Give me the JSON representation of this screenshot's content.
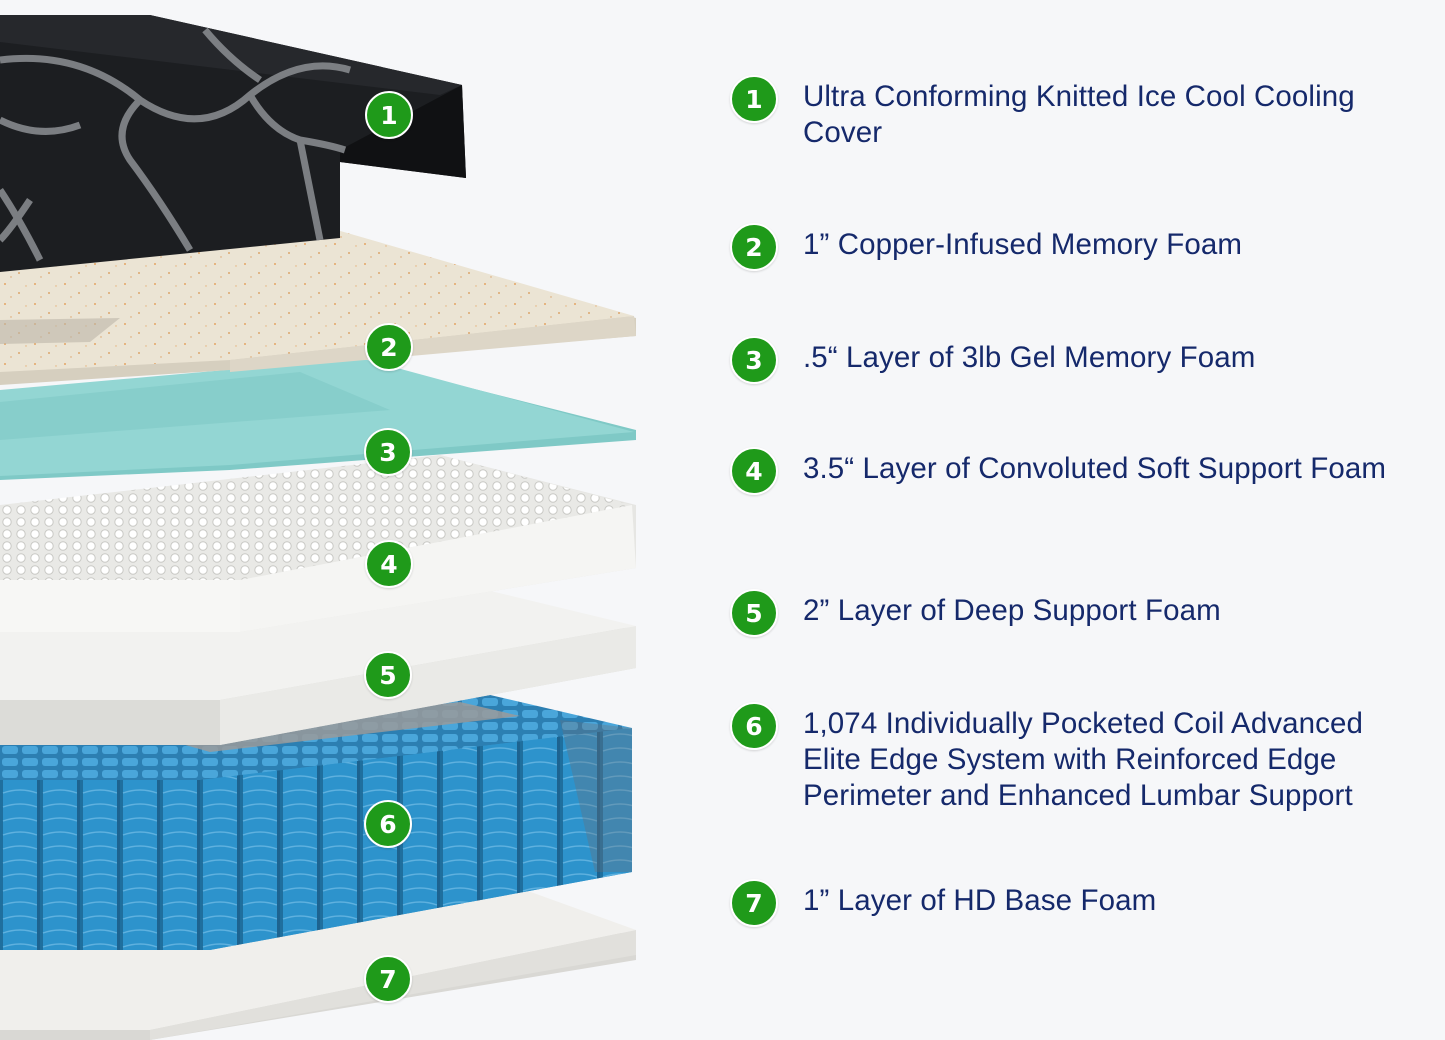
{
  "layers": [
    {
      "number": "1",
      "label": "Ultra Conforming Knitted Ice Cool Cooling Cover"
    },
    {
      "number": "2",
      "label": "1” Copper-Infused Memory Foam"
    },
    {
      "number": "3",
      "label": ".5“ Layer of 3lb Gel Memory Foam"
    },
    {
      "number": "4",
      "label": "3.5“ Layer of Convoluted Soft Support Foam"
    },
    {
      "number": "5",
      "label": "2” Layer of Deep Support Foam"
    },
    {
      "number": "6",
      "label": "1,074 Individually Pocketed Coil Advanced Elite Edge System with Reinforced Edge Perimeter and Enhanced Lumbar Support"
    },
    {
      "number": "7",
      "label": "1” Layer of HD Base Foam"
    }
  ],
  "colors": {
    "badge": "#1f9a1a",
    "text": "#15296b",
    "cover": "#1d1f22",
    "copper_foam": "#e8e2d4",
    "gel_foam": "#8fd3d0",
    "convoluted_foam": "#f2f2f0",
    "support_foam": "#efefed",
    "coils": "#2b8fc9",
    "base_foam": "#ecebe8"
  }
}
